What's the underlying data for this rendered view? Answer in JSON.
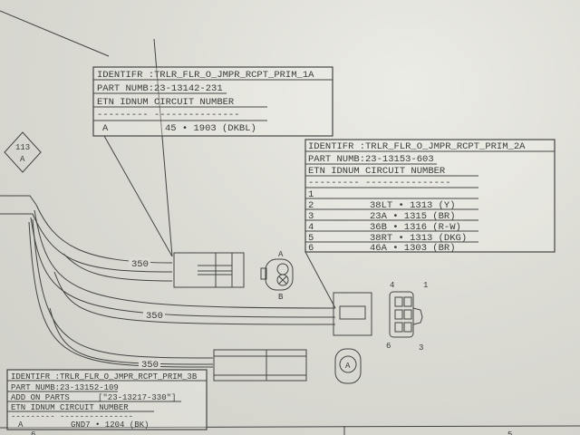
{
  "diagram": {
    "ref_marker": {
      "number": "113",
      "letter": "A"
    },
    "wire_lengths": [
      "350",
      "350",
      "350"
    ],
    "connector_1A_pins": [
      "A",
      "B"
    ],
    "connector_2A_pins": [
      "4",
      "1",
      "6",
      "3"
    ],
    "connector_3B_pin": "A",
    "bottom_labels": [
      "6",
      "5"
    ]
  },
  "tables": {
    "prim_1a": {
      "identifier": "IDENTIFR :TRLR_FLR_O_JMPR_RCPT_PRIM_1A",
      "part": "PART NUMB:23-13142-231",
      "header": "ETN IDNUM  CIRCUIT NUMBER",
      "dashes": "---------  ---------------",
      "rows": [
        {
          "id": "A",
          "circuit": "45 • 1903 (DKBL)"
        }
      ]
    },
    "prim_2a": {
      "identifier": "IDENTIFR :TRLR_FLR_O_JMPR_RCPT_PRIM_2A",
      "part": "PART NUMB:23-13153-603",
      "header": "ETN IDNUM  CIRCUIT NUMBER",
      "dashes": "---------  ---------------",
      "rows": [
        {
          "id": "1",
          "circuit": ""
        },
        {
          "id": "2",
          "circuit": "38LT • 1313 (Y)"
        },
        {
          "id": "3",
          "circuit": "23A • 1315 (BR)"
        },
        {
          "id": "4",
          "circuit": "36B • 1316 (R-W)"
        },
        {
          "id": "5",
          "circuit": "38RT • 1313 (DKG)"
        },
        {
          "id": "6",
          "circuit": "46A • 1303 (BR)"
        }
      ]
    },
    "prim_3b": {
      "identifier": "IDENTIFR :TRLR_FLR_O_JMPR_RCPT_PRIM_3B",
      "part": "PART NUMB:23-13152-109",
      "addon_label": "ADD ON PARTS",
      "addon_value": "[\"23-13217-330\"]",
      "header": "ETN IDNUM  CIRCUIT NUMBER",
      "dashes": "---------  ---------------",
      "rows": [
        {
          "id": "A",
          "circuit": "GND7 • 1204 (BK)"
        }
      ]
    }
  }
}
